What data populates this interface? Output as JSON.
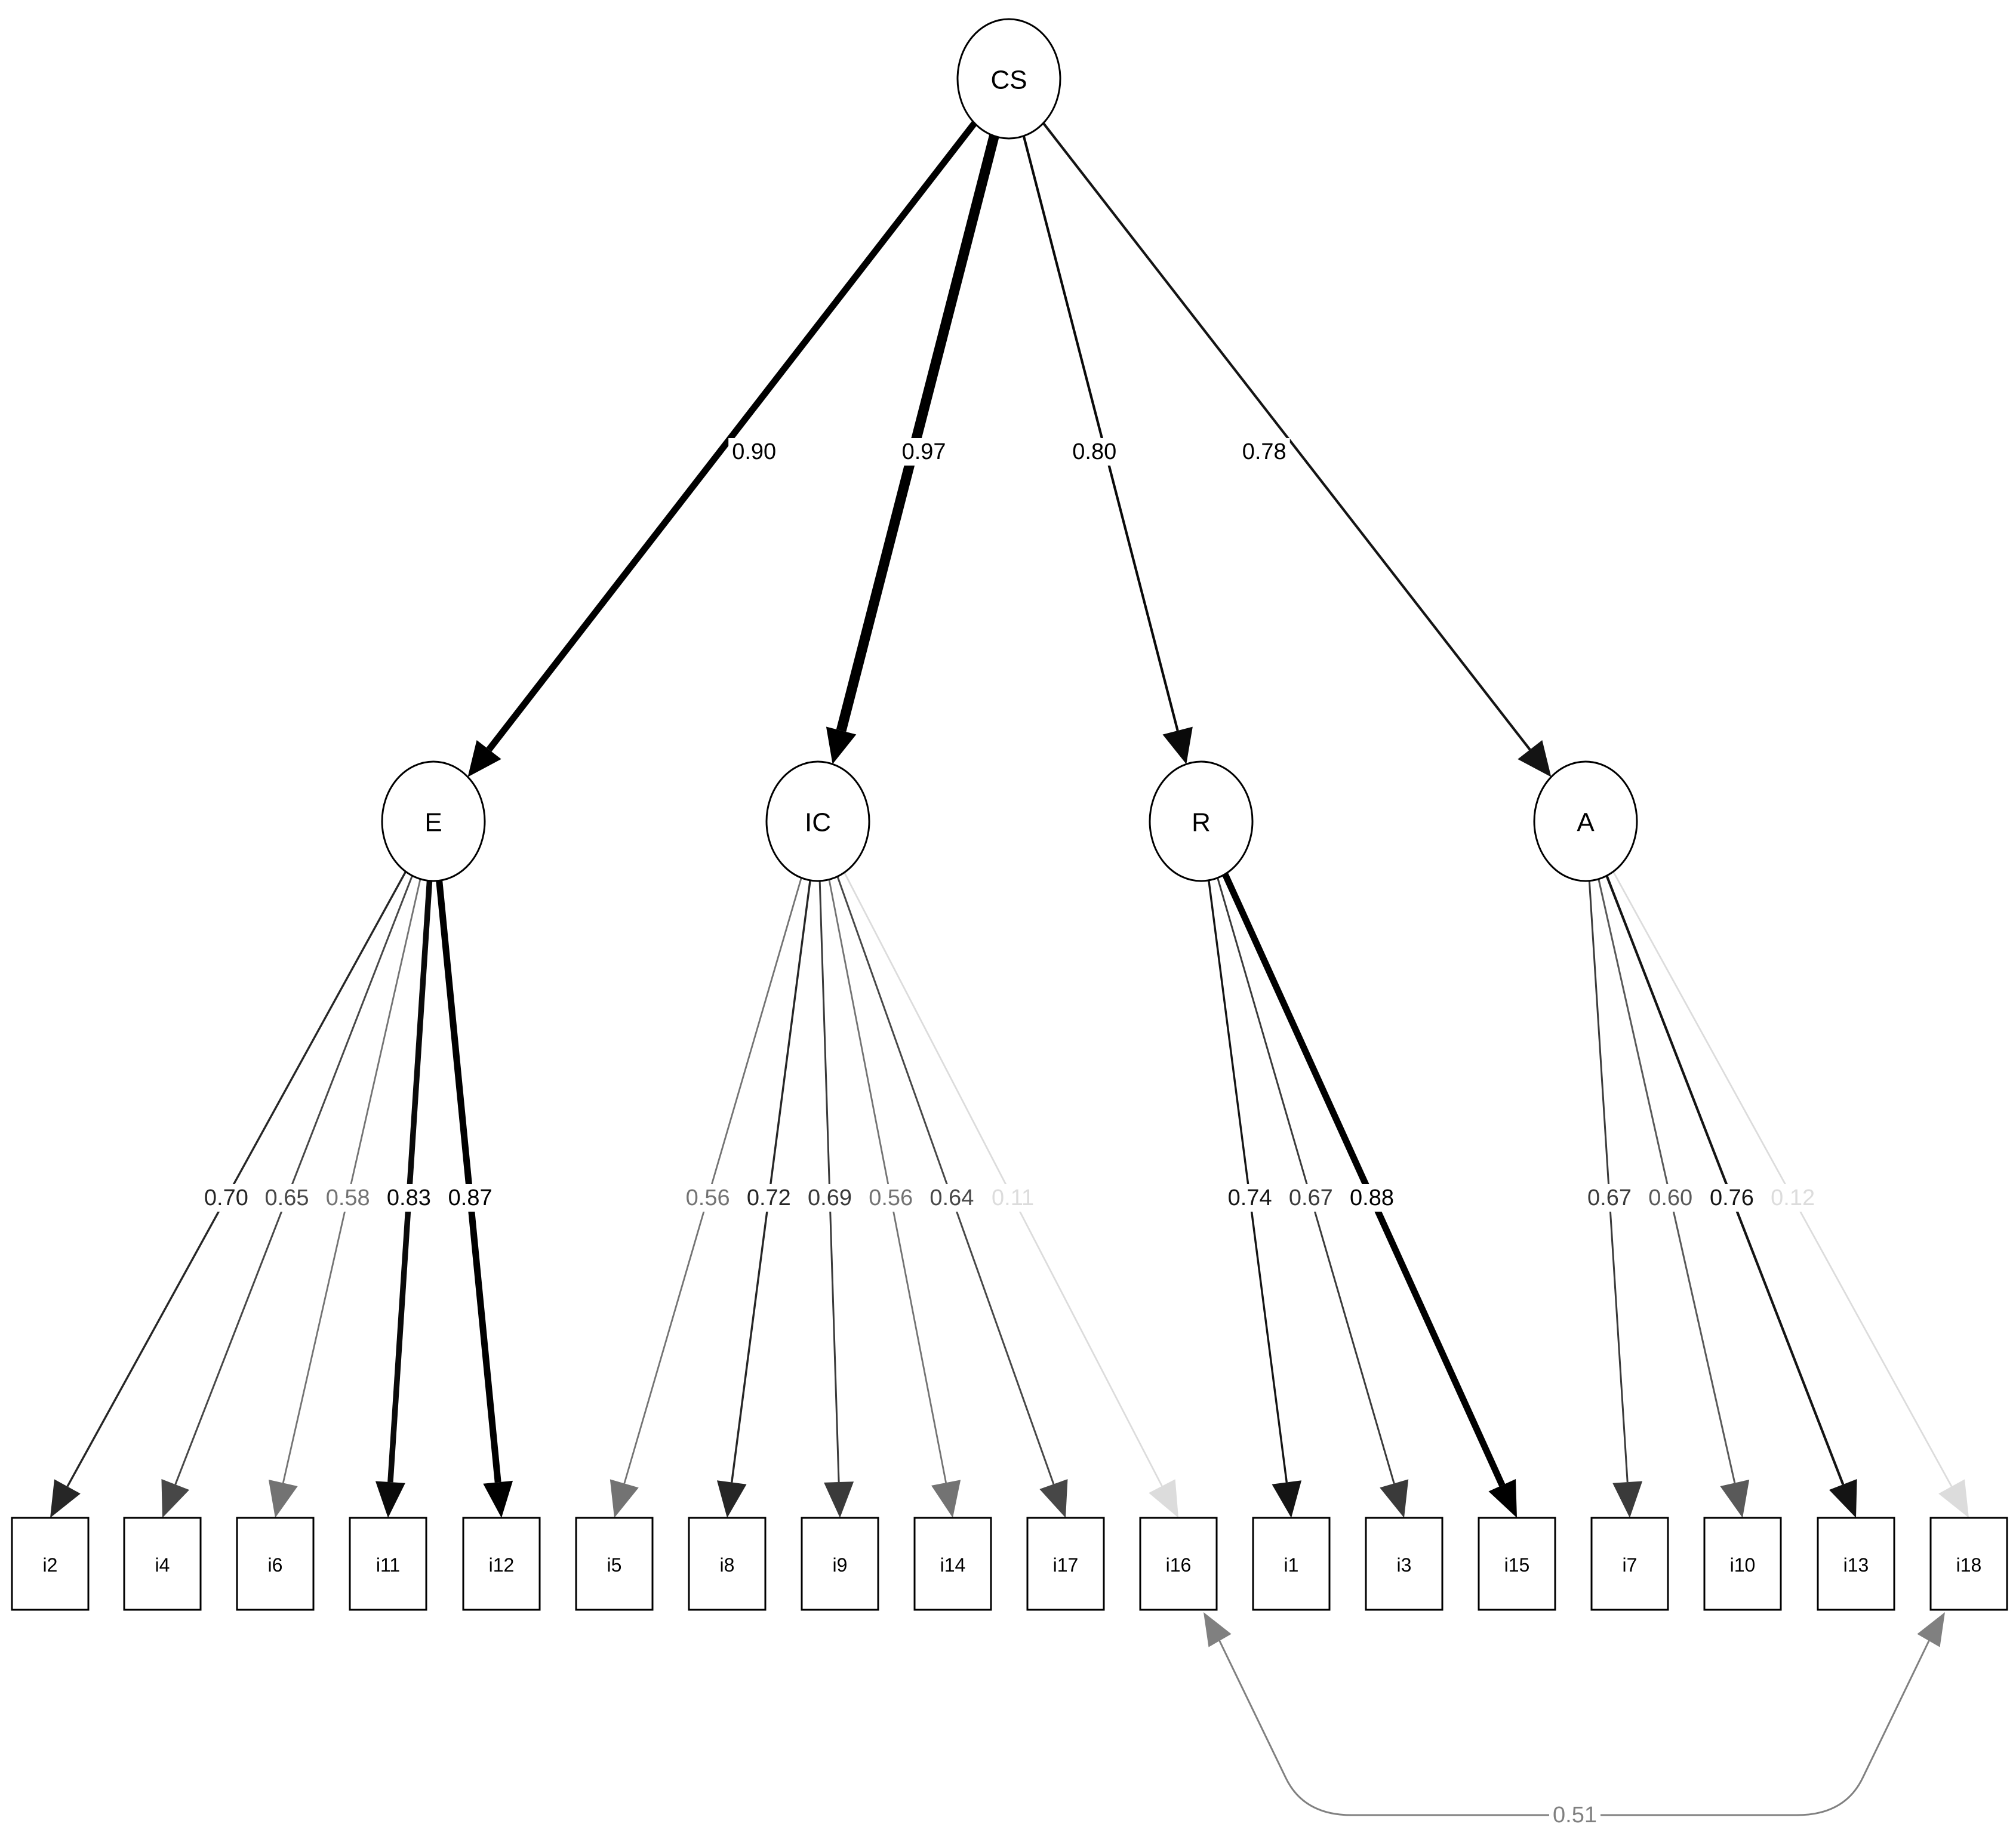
{
  "diagram": {
    "latents": [
      {
        "id": "CS",
        "label": "CS"
      },
      {
        "id": "E",
        "label": "E"
      },
      {
        "id": "IC",
        "label": "IC"
      },
      {
        "id": "R",
        "label": "R"
      },
      {
        "id": "A",
        "label": "A"
      }
    ],
    "indicators": [
      {
        "id": "i2",
        "label": "i2"
      },
      {
        "id": "i4",
        "label": "i4"
      },
      {
        "id": "i6",
        "label": "i6"
      },
      {
        "id": "i11",
        "label": "i11"
      },
      {
        "id": "i12",
        "label": "i12"
      },
      {
        "id": "i5",
        "label": "i5"
      },
      {
        "id": "i8",
        "label": "i8"
      },
      {
        "id": "i9",
        "label": "i9"
      },
      {
        "id": "i14",
        "label": "i14"
      },
      {
        "id": "i17",
        "label": "i17"
      },
      {
        "id": "i16",
        "label": "i16"
      },
      {
        "id": "i1",
        "label": "i1"
      },
      {
        "id": "i3",
        "label": "i3"
      },
      {
        "id": "i15",
        "label": "i15"
      },
      {
        "id": "i7",
        "label": "i7"
      },
      {
        "id": "i10",
        "label": "i10"
      },
      {
        "id": "i13",
        "label": "i13"
      },
      {
        "id": "i18",
        "label": "i18"
      }
    ],
    "paths": [
      {
        "from": "CS",
        "to": "E",
        "label": "0.90",
        "value": 0.9
      },
      {
        "from": "CS",
        "to": "IC",
        "label": "0.97",
        "value": 0.97
      },
      {
        "from": "CS",
        "to": "R",
        "label": "0.80",
        "value": 0.8
      },
      {
        "from": "CS",
        "to": "A",
        "label": "0.78",
        "value": 0.78
      },
      {
        "from": "E",
        "to": "i2",
        "label": "0.70",
        "value": 0.7
      },
      {
        "from": "E",
        "to": "i4",
        "label": "0.65",
        "value": 0.65
      },
      {
        "from": "E",
        "to": "i6",
        "label": "0.58",
        "value": 0.58
      },
      {
        "from": "E",
        "to": "i11",
        "label": "0.83",
        "value": 0.83
      },
      {
        "from": "E",
        "to": "i12",
        "label": "0.87",
        "value": 0.87
      },
      {
        "from": "IC",
        "to": "i5",
        "label": "0.56",
        "value": 0.56
      },
      {
        "from": "IC",
        "to": "i8",
        "label": "0.72",
        "value": 0.72
      },
      {
        "from": "IC",
        "to": "i9",
        "label": "0.69",
        "value": 0.69
      },
      {
        "from": "IC",
        "to": "i14",
        "label": "0.56",
        "value": 0.56
      },
      {
        "from": "IC",
        "to": "i17",
        "label": "0.64",
        "value": 0.64
      },
      {
        "from": "IC",
        "to": "i16",
        "label": "0.11",
        "value": 0.11
      },
      {
        "from": "R",
        "to": "i1",
        "label": "0.74",
        "value": 0.74
      },
      {
        "from": "R",
        "to": "i3",
        "label": "0.67",
        "value": 0.67
      },
      {
        "from": "R",
        "to": "i15",
        "label": "0.88",
        "value": 0.88
      },
      {
        "from": "A",
        "to": "i7",
        "label": "0.67",
        "value": 0.67
      },
      {
        "from": "A",
        "to": "i10",
        "label": "0.60",
        "value": 0.6
      },
      {
        "from": "A",
        "to": "i13",
        "label": "0.76",
        "value": 0.76
      },
      {
        "from": "A",
        "to": "i18",
        "label": "0.12",
        "value": 0.12
      }
    ],
    "covariances": [
      {
        "a": "i16",
        "b": "i18",
        "label": "0.51",
        "value": 0.51
      }
    ]
  }
}
